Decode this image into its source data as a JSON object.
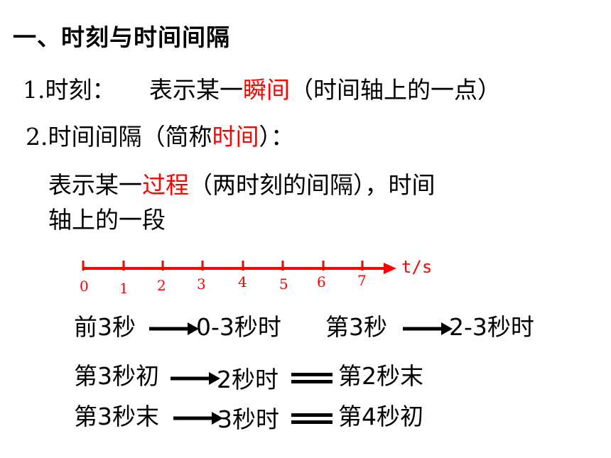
{
  "title": "一、时刻与时间间隔",
  "item1": {
    "num": "1.",
    "label": "时刻：",
    "pre": "表示某一",
    "highlight": "瞬间",
    "post": "（时间轴上的一点）"
  },
  "item2": {
    "num": "2.",
    "pre": "时间间隔（简称",
    "highlight": "时间",
    "post": "）："
  },
  "desc": {
    "pre": "表示某一",
    "highlight": "过程",
    "post1": "（两时刻的间隔），时间",
    "line2": "轴上的一段"
  },
  "timeline": {
    "unit": "t/s",
    "ticks": [
      "0",
      "1",
      "2",
      "3",
      "4",
      "5",
      "6",
      "7"
    ],
    "color": "#ff0000"
  },
  "examples": {
    "r1_left_a": "前3秒",
    "r1_left_b": "0-3秒时",
    "r1_right_a": "第3秒",
    "r1_right_b": "2-3秒时",
    "r2_a": "第3秒初",
    "r2_b": "2秒时",
    "r2_c": "第2秒末",
    "r3_a": "第3秒末",
    "r3_b": "3秒时",
    "r3_c": "第4秒初"
  },
  "colors": {
    "highlight": "#ff0000",
    "text": "#000000"
  }
}
